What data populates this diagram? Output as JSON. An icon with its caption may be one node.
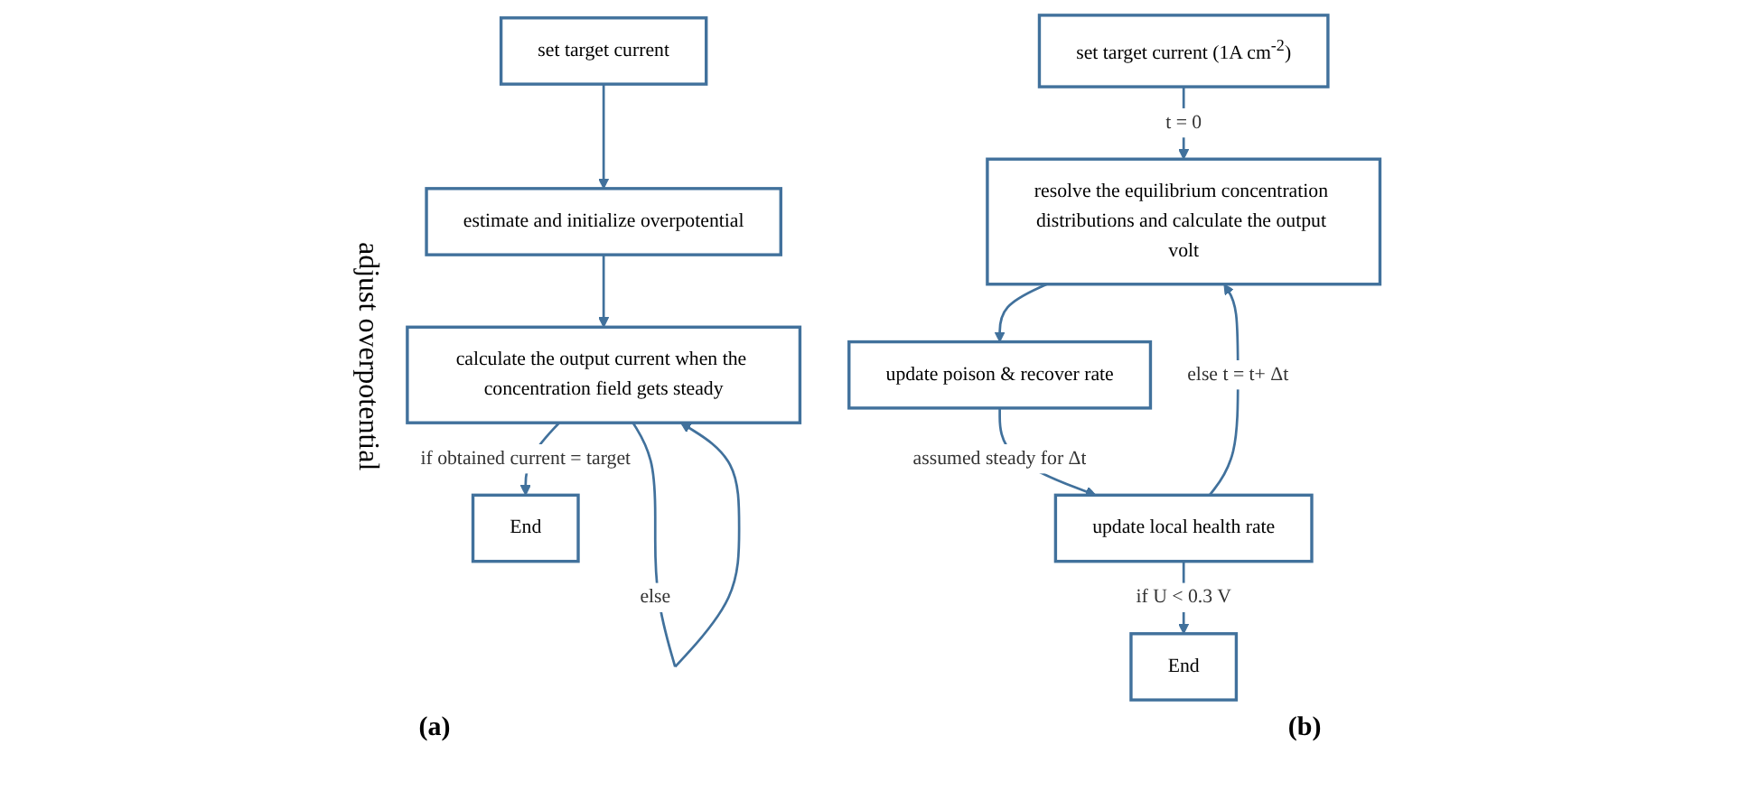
{
  "diagram": {
    "nodes": [
      {
        "text": [
          "set target current"
        ]
      },
      {
        "text": [
          "estimate and initialize overpotential"
        ]
      },
      {
        "text": [
          "calculate the output current when the concentration field gets steady"
        ]
      },
      {
        "text": [
          "End"
        ]
      },
      {
        "text": [
          "set target current (1A cm$^{-2}$)"
        ]
      },
      {
        "text": [
          "resolve the equilibrium concentration distributions and calculate the output volt"
        ]
      },
      {
        "text": [
          "update poison & recover rate"
        ]
      },
      {
        "text": [
          "update local health rate"
        ]
      },
      {
        "text": [
          "End"
        ]
      }
    ],
    "edges": [
      {
        "from": 0,
        "to": 1,
        "arrow": "to"
      },
      {
        "from": 1,
        "to": 2,
        "arrow": "to"
      },
      {
        "from": 2,
        "to": 3,
        "arrow": "to",
        "label": "if obtained current = target"
      },
      {
        "from": 2,
        "to": 2,
        "arrow": "to",
        "label": "else"
      },
      {
        "from": 4,
        "to": 5,
        "arrow": "to",
        "label": "t = 0"
      },
      {
        "from": 5,
        "to": 6,
        "arrow": "to"
      },
      {
        "from": 6,
        "to": 7,
        "arrow": "to",
        "label": "assumed steady for Δt"
      },
      {
        "from": 7,
        "to": 8,
        "arrow": "to",
        "label": "if U < 0.3 V"
      },
      {
        "from": 7,
        "to": 5,
        "arrow": "to",
        "label": "else t = t+ Δt"
      }
    ],
    "labels": [
      "adjust overpotential",
      "(a)",
      "(b)"
    ]
  }
}
